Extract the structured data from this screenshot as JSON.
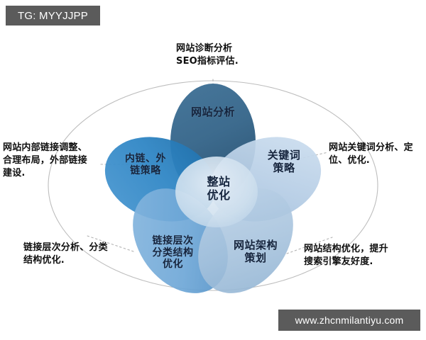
{
  "watermarks": {
    "tg_badge": "TG: MYYJJPP",
    "site_badge": "www.zhcnmilantiyu.com"
  },
  "diagram": {
    "center": {
      "label_line1": "整站",
      "label_line2": "优化"
    },
    "petals": [
      {
        "id": "website-analysis",
        "position": "top",
        "label_line1": "网站分析",
        "label_line2": "",
        "label_line3": "",
        "color": "#3f6e91"
      },
      {
        "id": "keyword-strategy",
        "position": "right",
        "label_line1": "关键词",
        "label_line2": "策略",
        "label_line3": "",
        "color": "#b5cde6"
      },
      {
        "id": "site-architecture-planning",
        "position": "bottom-right",
        "label_line1": "网站架构",
        "label_line2": "策划",
        "label_line3": "",
        "color": "#a9c4dd"
      },
      {
        "id": "link-hierarchy-optimization",
        "position": "bottom-left",
        "label_line1": "链接层次",
        "label_line2": "分类结构",
        "label_line3": "优化",
        "color": "#6fa8d8"
      },
      {
        "id": "internal-external-link-strategy",
        "position": "left",
        "label_line1": "内链、外",
        "label_line2": "链策略",
        "label_line3": "",
        "color": "#2f86c5"
      }
    ],
    "annotations": [
      {
        "id": "note-top",
        "line1": "网站诊断分析",
        "line2": "SEO指标评估."
      },
      {
        "id": "note-left",
        "line1": "网站内部链接调整、",
        "line2": "合理布局，外部链接",
        "line3": "建设."
      },
      {
        "id": "note-right",
        "line1": "网站关键词分析、定",
        "line2": "位、优化.",
        "line3": ""
      },
      {
        "id": "note-bottom-left",
        "line1": "链接层次分析、分类",
        "line2": "结构优化.",
        "line3": ""
      },
      {
        "id": "note-bottom-right",
        "line1": "网站结构优化，提升",
        "line2": "搜索引擎友好度.",
        "line3": ""
      }
    ]
  },
  "colors": {
    "badge_background": "#5b5b5b",
    "badge_text": "#ffffff",
    "outer_ellipse_stroke": "#b9b9b9",
    "label_text": "#15243d",
    "leader_line": "#b0b0b0",
    "background": "#ffffff"
  }
}
